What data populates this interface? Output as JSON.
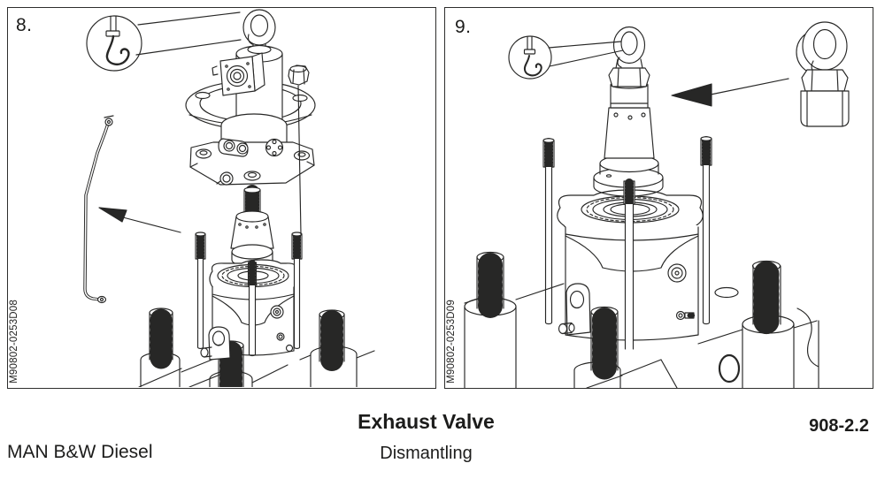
{
  "panels": [
    {
      "step_label": "8.",
      "figure_code": "M90802-0253D08"
    },
    {
      "step_label": "9.",
      "figure_code": "M90802-0253D09"
    }
  ],
  "footer": {
    "title": "Exhaust Valve",
    "subtitle": "Dismantling",
    "section_number": "908-2.2",
    "brand": "MAN B&W Diesel"
  },
  "colors": {
    "line": "#272726",
    "text": "#1c1c1b",
    "background": "#ffffff",
    "panel_border": "#2e2e2d"
  }
}
